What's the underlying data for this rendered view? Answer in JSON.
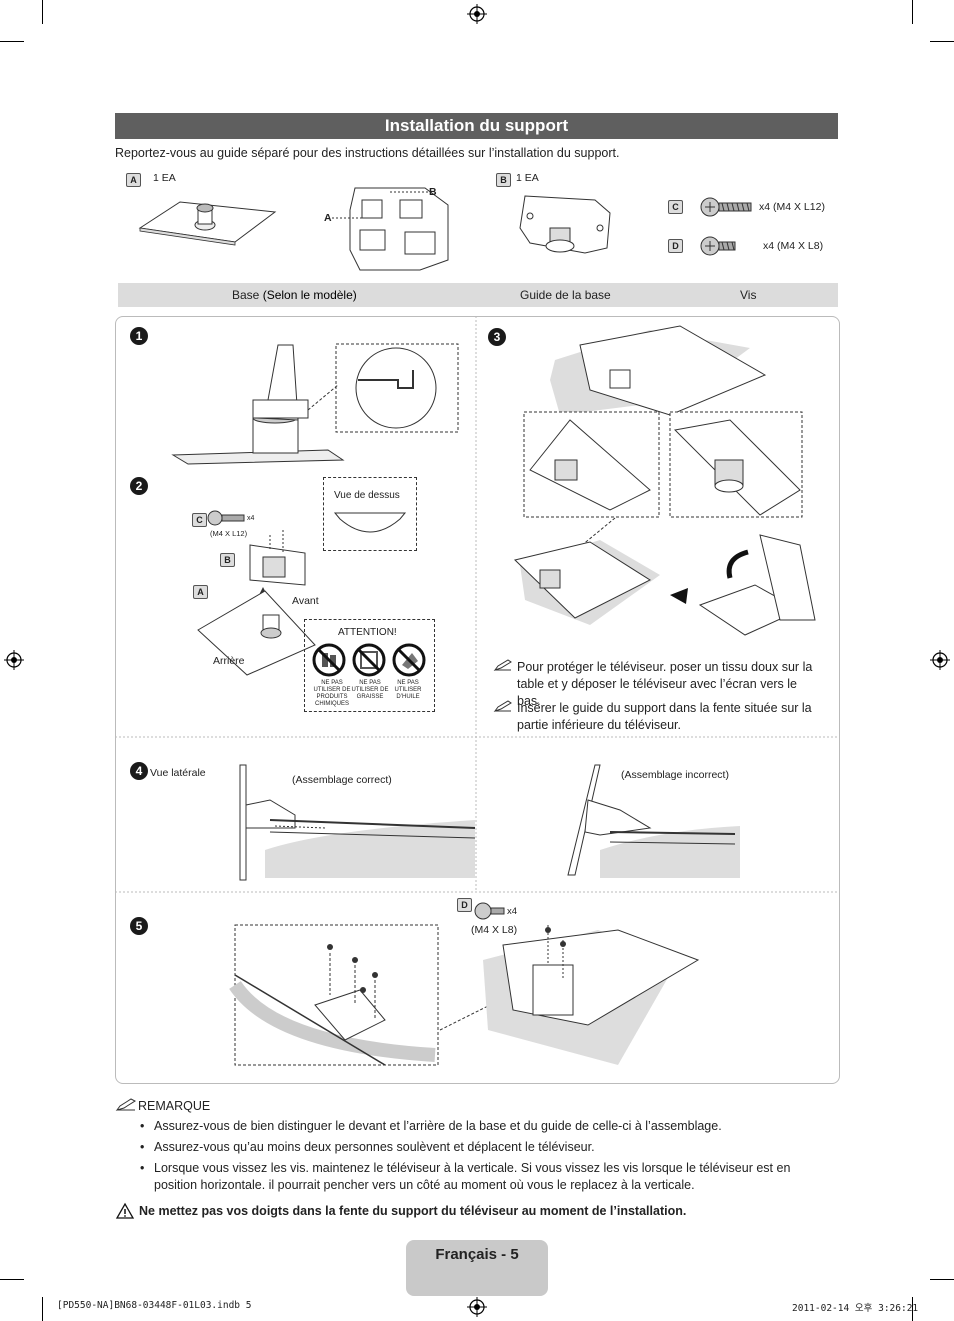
{
  "header": {
    "title": "Installation du support"
  },
  "intro": "Reportez-vous au guide séparé pour des instructions détaillées sur l’installation du support.",
  "parts": {
    "a_badge": "A",
    "a_qty": "1 EA",
    "b_badge": "B",
    "b_qty": "1 EA",
    "callout_a": "A",
    "callout_b": "B",
    "c_badge": "C",
    "c_spec": "x4 (M4 X L12)",
    "d_badge": "D",
    "d_spec": "x4 (M4 X L8)"
  },
  "labels": {
    "base": "Base",
    "base_model": "(Selon le modèle)",
    "guide": "Guide de la base",
    "vis": "Vis"
  },
  "steps": {
    "s1": "1",
    "s2": "2",
    "s3": "3",
    "s4": "4",
    "s5": "5",
    "vue_dessus": "Vue de dessus",
    "c_label": "C",
    "c_x4": "x4",
    "c_spec": "(M4 X L12)",
    "b_label": "B",
    "a_label": "A",
    "avant": "Avant",
    "arriere": "Arrière",
    "attention": "ATTENTION!",
    "warn1": "NE PAS UTILISER DE PRODUITS CHIMIQUES",
    "warn2": "NE PAS UTILISER DE GRAISSE",
    "warn3": "NE PAS UTILISER D’HUILE",
    "note1": "Pour protéger le téléviseur. poser un tissu doux sur la table et y déposer le téléviseur avec l’écran vers le bas.",
    "note2": "Insérer le guide du support dans la fente située sur la partie inférieure du téléviseur.",
    "vue_laterale": "Vue latérale",
    "correct": "(Assemblage correct)",
    "incorrect": "(Assemblage incorrect)",
    "d_label": "D",
    "d_x4": "x4",
    "d_spec": "(M4 X L8)"
  },
  "remarque": {
    "title": "REMARQUE",
    "items": [
      "Assurez-vous de bien distinguer le devant et l’arrière de la base et du guide de celle-ci à l’assemblage.",
      "Assurez-vous qu’au moins deux personnes soulèvent et déplacent le téléviseur.",
      "Lorsque vous vissez les vis. maintenez le téléviseur à la verticale. Si vous vissez les vis lorsque le téléviseur est en position horizontale. il pourrait pencher vers un côté au moment où vous le replacez à la verticale."
    ]
  },
  "warning": "Ne mettez pas vos doigts dans la fente du support du téléviseur au moment de l’installation.",
  "footer": {
    "page": "Français - 5",
    "file": "[PD550-NA]BN68-03448F-01L03.indb   5",
    "date": "2011-02-14   오후 3:26:21"
  },
  "colors": {
    "title_bar": "#5f5f5f",
    "label_bar": "#dcdcdc",
    "footer_tab": "#c9c9c9"
  }
}
